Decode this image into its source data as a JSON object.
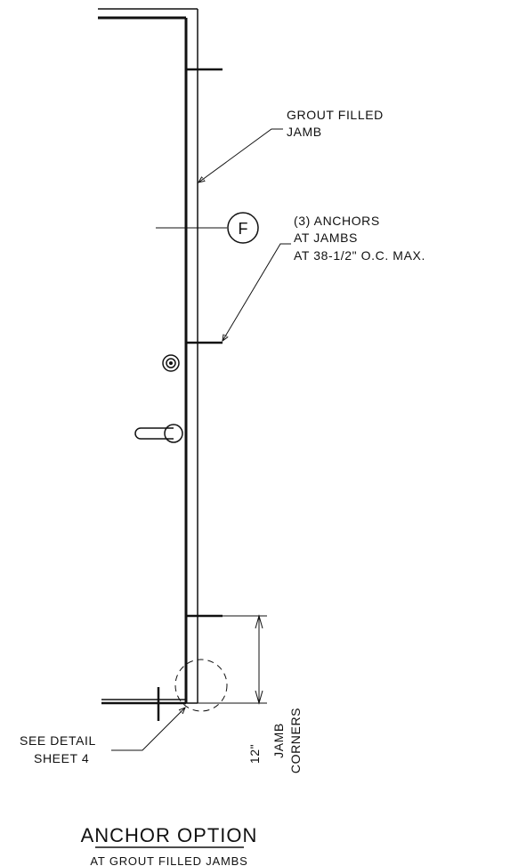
{
  "callouts": {
    "grout_line1": "GROUT FILLED",
    "grout_line2": "JAMB",
    "anchors_line1": "(3) ANCHORS",
    "anchors_line2": "AT JAMBS",
    "anchors_line3": "AT 38-1/2\" O.C. MAX.",
    "detail_line1": "SEE DETAIL",
    "detail_line2": "SHEET 4"
  },
  "frame_tag": "F",
  "dimension": {
    "value": "12\"",
    "label_line1": "JAMB",
    "label_line2": "CORNERS"
  },
  "title": "ANCHOR OPTION",
  "subtitle": "AT GROUT FILLED JAMBS"
}
